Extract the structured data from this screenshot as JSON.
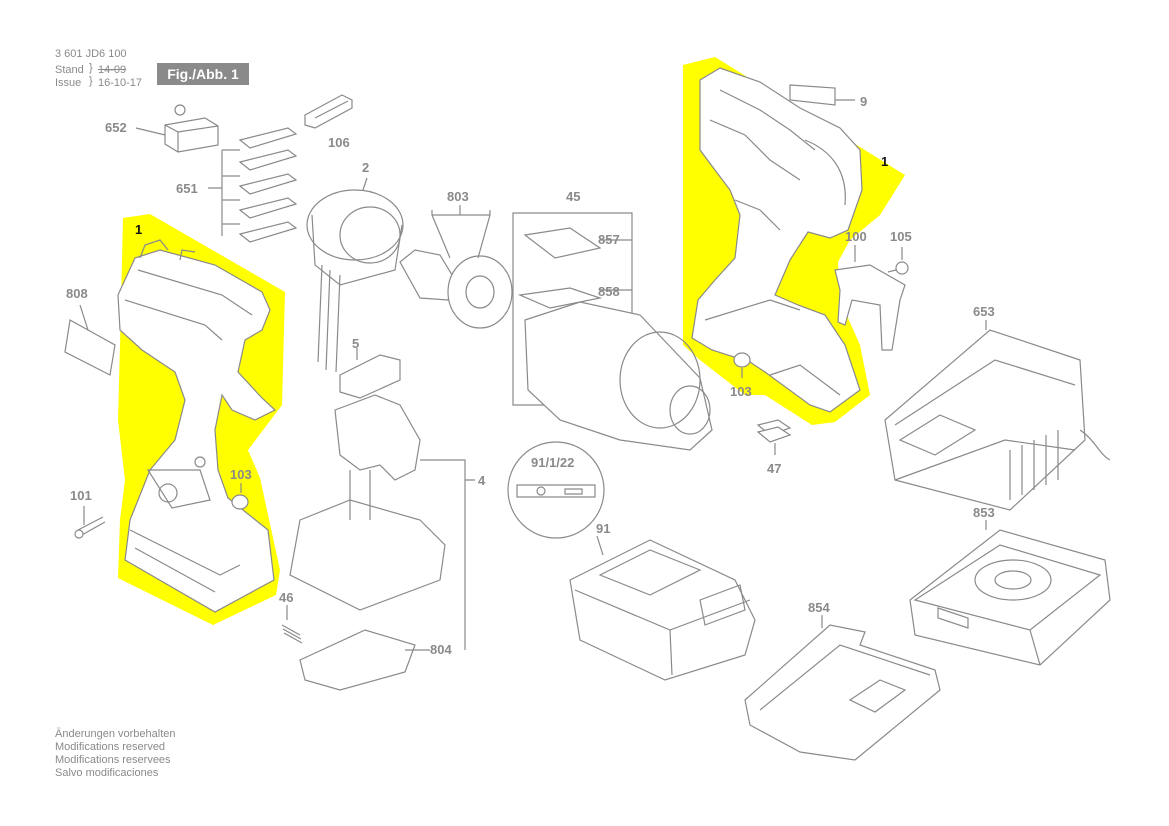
{
  "header": {
    "part_number": "3 601 JD6 100",
    "stand_label": "Stand",
    "stand_value": "14-09",
    "issue_label": "Issue",
    "issue_value": "16-10-17",
    "figure_badge": "Fig./Abb. 1"
  },
  "colors": {
    "highlight": "#ffff00",
    "line": "#8a8a8a",
    "badge_bg": "#8a8a8a"
  },
  "part_labels": {
    "p652": "652",
    "p106": "106",
    "p651": "651",
    "p2": "2",
    "p803": "803",
    "p45": "45",
    "p857": "857",
    "p858": "858",
    "p1_left": "1",
    "p808": "808",
    "p5": "5",
    "p4": "4",
    "p103_left": "103",
    "p101": "101",
    "p46": "46",
    "p804": "804",
    "p9121": "91/1/22",
    "p91": "91",
    "p9": "9",
    "p1_right": "1",
    "p100": "100",
    "p105": "105",
    "p103_right": "103",
    "p47": "47",
    "p653": "653",
    "p853": "853",
    "p854": "854"
  },
  "notes": [
    "Änderungen vorbehalten",
    "Modifications reserved",
    "Modifications reservees",
    "Salvo modificaciones"
  ]
}
